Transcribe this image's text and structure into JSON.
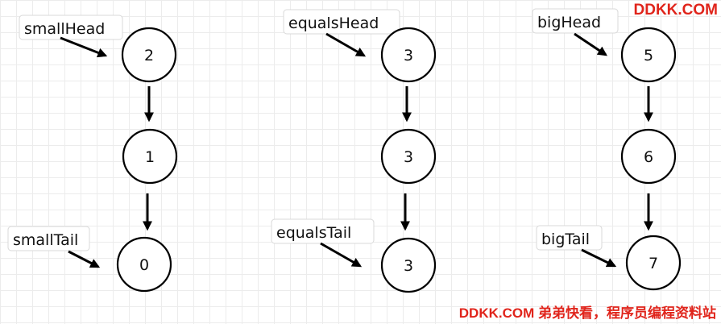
{
  "brand_top": "DDKK.COM",
  "brand_bottom": "DDKK.COM 弟弟快看，程序员编程资料站",
  "lists": [
    {
      "head_label": "smallHead",
      "tail_label": "smallTail",
      "nodes": [
        "2",
        "1",
        "0"
      ]
    },
    {
      "head_label": "equalsHead",
      "tail_label": "equalsTail",
      "nodes": [
        "3",
        "3",
        "3"
      ]
    },
    {
      "head_label": "bigHead",
      "tail_label": "bigTail",
      "nodes": [
        "5",
        "6",
        "7"
      ]
    }
  ]
}
